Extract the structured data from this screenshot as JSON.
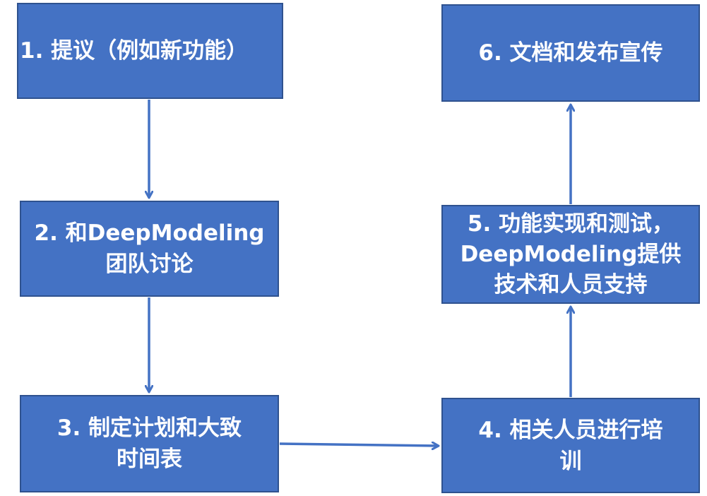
{
  "diagram": {
    "colors": {
      "box_fill": "#4472c4",
      "box_border": "#2f528f",
      "box_text": "#ffffff",
      "arrow": "#4472c4"
    },
    "steps": [
      {
        "id": "1",
        "text": "1. 提议（例如新功能）"
      },
      {
        "id": "2",
        "text": "2. 和DeepModeling\n团队讨论"
      },
      {
        "id": "3",
        "text": "3. 制定计划和大致\n时间表"
      },
      {
        "id": "4",
        "text": "4. 相关人员进行培\n训"
      },
      {
        "id": "5",
        "text": "5. 功能实现和测试，\nDeepModeling提供\n技术和人员支持"
      },
      {
        "id": "6",
        "text": "6. 文档和发布宣传"
      }
    ],
    "connections": [
      {
        "from": "1",
        "to": "2"
      },
      {
        "from": "2",
        "to": "3"
      },
      {
        "from": "3",
        "to": "4"
      },
      {
        "from": "4",
        "to": "5"
      },
      {
        "from": "5",
        "to": "6"
      }
    ]
  }
}
